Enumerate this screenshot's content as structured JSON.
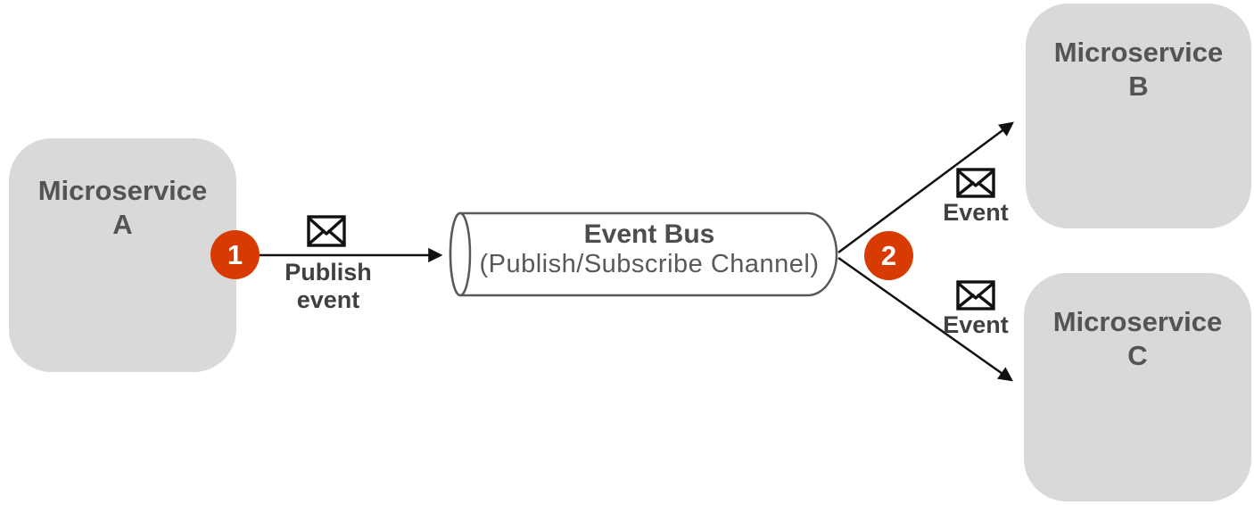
{
  "colors": {
    "accent": "#D83B01",
    "node_fill": "#D9D9D9",
    "node_text": "#545454",
    "bus_title": "#4D4D4D",
    "bus_subtitle": "#595959",
    "bus_stroke": "#595959",
    "label_text": "#404040",
    "line": "#111111",
    "badge_text": "#FFFFFF"
  },
  "nodes": {
    "a": {
      "line1": "Microservice",
      "line2": "A"
    },
    "b": {
      "line1": "Microservice",
      "line2": "B"
    },
    "c": {
      "line1": "Microservice",
      "line2": "C"
    }
  },
  "bus": {
    "title": "Event Bus",
    "subtitle": "(Publish/Subscribe Channel)"
  },
  "steps": {
    "one": "1",
    "two": "2"
  },
  "labels": {
    "publish_line1": "Publish",
    "publish_line2": "event",
    "event_to_b": "Event",
    "event_to_c": "Event"
  },
  "icons": {
    "publish_envelope": "envelope-icon",
    "event_b_envelope": "envelope-icon",
    "event_c_envelope": "envelope-icon"
  }
}
